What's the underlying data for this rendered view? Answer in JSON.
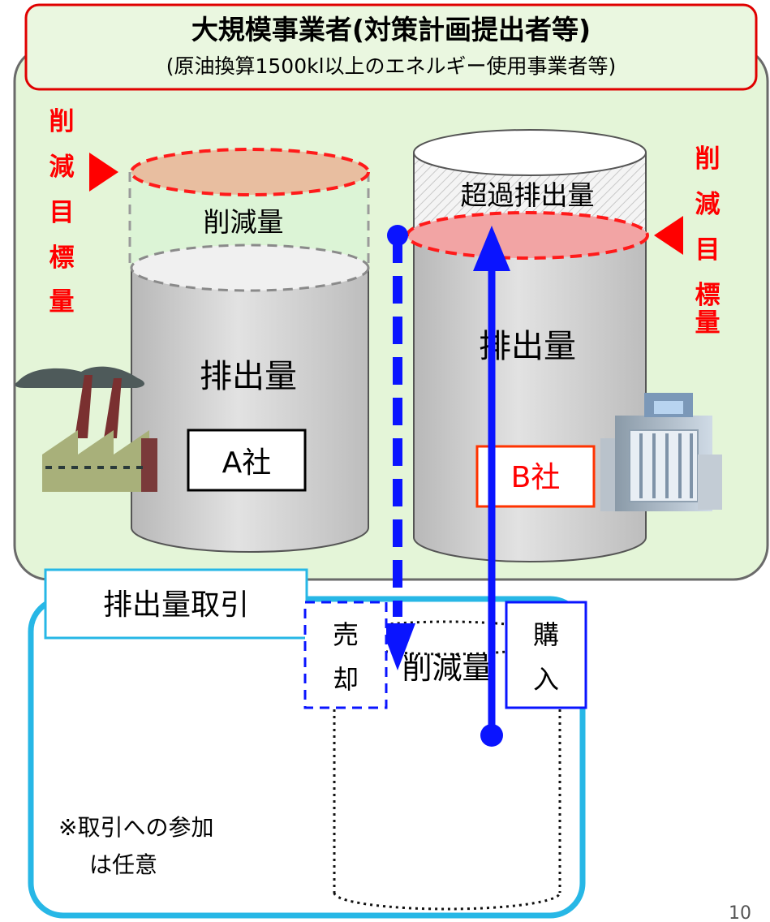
{
  "header": {
    "title": "大規模事業者(対策計画提出者等)",
    "subtitle": "(原油換算1500kl以上のエネルギー使用事業者等)"
  },
  "company_a": {
    "label": "A社",
    "emission_label": "排出量",
    "reduction_label": "削減量",
    "target_chars": [
      "削",
      "減",
      "目",
      "標",
      "量"
    ]
  },
  "company_b": {
    "label": "B社",
    "emission_label": "排出量",
    "excess_label": "超過排出量",
    "target_chars": [
      "削",
      "減",
      "目",
      "標",
      "量"
    ]
  },
  "actions": {
    "sell_chars": [
      "売",
      "却"
    ],
    "buy_chars": [
      "購",
      "入"
    ]
  },
  "market": {
    "title": "排出量取引",
    "pool_label": "削減量",
    "note_line1": "※取引への参加",
    "note_line2": "は任意"
  },
  "page_number": "10",
  "colors": {
    "large_panel_fill": "#e4f5d8",
    "header_border": "#e00000",
    "target_text": "#ff0000",
    "arrow_blue": "#0a14ff",
    "market_border": "#27b7e6",
    "b_label": "#ff0000"
  }
}
